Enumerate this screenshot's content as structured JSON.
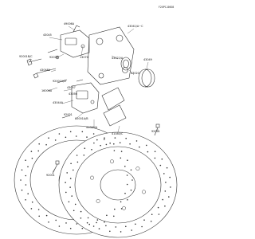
{
  "diagram": {
    "figure_code": "F20PC-8608",
    "labels": {
      "l_49006a": "49006A",
      "l_43041a": "43041/A~C",
      "l_43045": "43045",
      "l_92001b": "92001B/C",
      "l_13070": "13070",
      "l_43022a": "43022/A",
      "l_92026": "92026",
      "l_43048a": "43048A",
      "l_43049": "43049",
      "l_43020": "43020",
      "l_92001a": "92001A/D",
      "l_43057": "43057",
      "l_16006a": "16006A",
      "l_43056": "43056",
      "l_43044a": "43044A",
      "l_92001": "92001",
      "l_92001c": "92001A/B",
      "l_41080b": "41080/A",
      "l_41080c": "41080/C",
      "l_92001d": "92001",
      "l_92001e": "92001"
    }
  }
}
